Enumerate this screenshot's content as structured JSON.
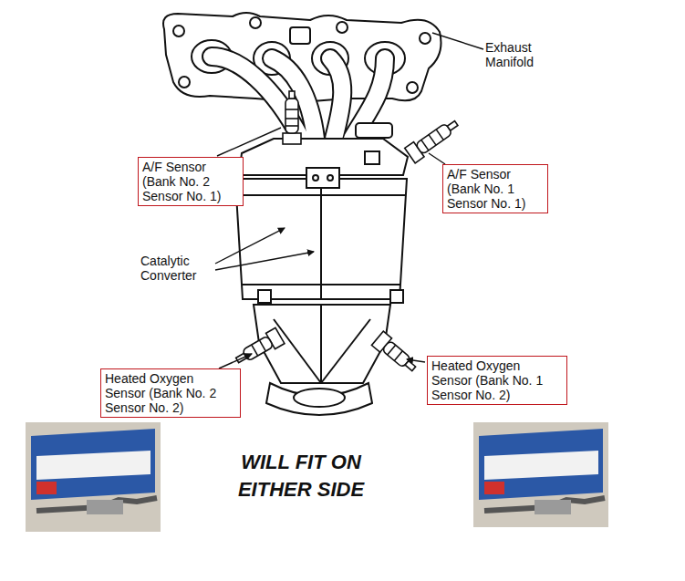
{
  "diagram": {
    "nodes": [
      {
        "text": [
          "A/F Sensor (Bank No. 2 Sensor No. 1)"
        ]
      },
      {
        "text": [
          "A/F Sensor (Bank No. 1 Sensor No. 1)"
        ]
      },
      {
        "text": [
          "Heated Oxygen Sensor (Bank No. 2 Sensor No. 2)"
        ]
      },
      {
        "text": [
          "Heated Oxygen Sensor (Bank No. 1 Sensor No. 2)"
        ]
      }
    ],
    "labels": [
      "Exhaust Manifold",
      "Catalytic Converter",
      "WILL FIT ON EITHER SIDE"
    ]
  }
}
